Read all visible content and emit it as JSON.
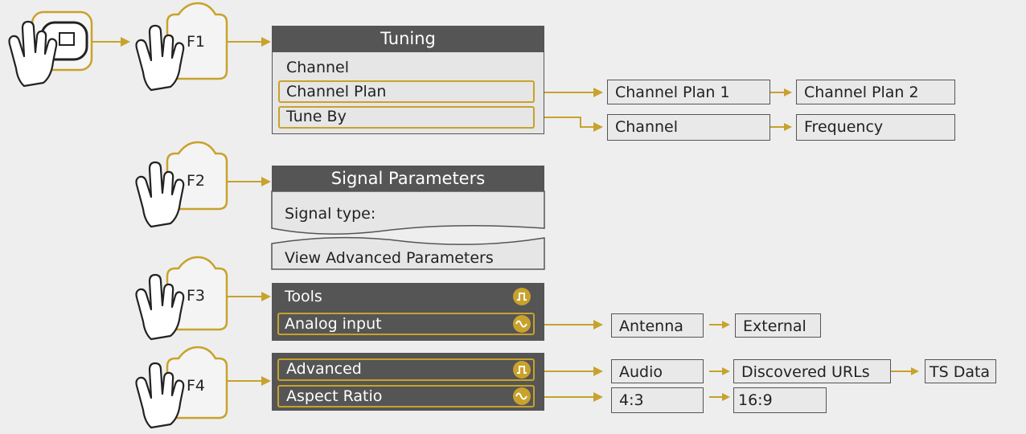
{
  "colors": {
    "accent": "#c8a22c",
    "panel_dark": "#555555",
    "panel_light": "#e6e6e6",
    "background": "#eeeeee"
  },
  "keys": {
    "menu_key_icon": "square-icon",
    "f1": "F1",
    "f2": "F2",
    "f3": "F3",
    "f4": "F4"
  },
  "tuning": {
    "title": "Tuning",
    "items": [
      "Channel",
      "Channel Plan",
      "Tune By"
    ]
  },
  "channel_plan_options": [
    "Channel Plan 1",
    "Channel Plan 2"
  ],
  "tune_by_options": [
    "Channel",
    "Frequency"
  ],
  "signal": {
    "title": "Signal Parameters",
    "signal_type": "Signal type:",
    "advanced": "View Advanced Parameters"
  },
  "tools": {
    "title": "Tools",
    "analog_input": "Analog input",
    "title_icon": "square-wave-icon",
    "item_icon": "sine-wave-icon"
  },
  "analog_input_options": [
    "Antenna",
    "External"
  ],
  "advanced_menu": {
    "advanced": "Advanced",
    "aspect_ratio": "Aspect Ratio",
    "advanced_icon": "square-wave-icon",
    "aspect_icon": "sine-wave-icon"
  },
  "advanced_options": [
    "Audio",
    "Discovered URLs",
    "TS Data"
  ],
  "aspect_options": [
    "4:3",
    "16:9"
  ]
}
